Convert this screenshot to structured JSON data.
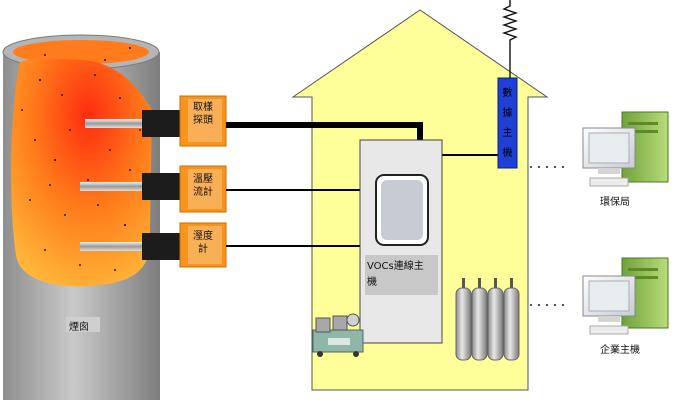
{
  "chimney": {
    "label": "煙囪"
  },
  "sensors": [
    {
      "id": "sampling-probe",
      "line1": "取樣",
      "line2": "探頭"
    },
    {
      "id": "temp-pressure-flow",
      "line1": "溫壓",
      "line2": "流計"
    },
    {
      "id": "humidity",
      "line1": "溼度",
      "line2": "計"
    }
  ],
  "analyzer": {
    "line1": "VOCs連線主",
    "line2": "機"
  },
  "data_host": {
    "chars": [
      "數",
      "據",
      "主",
      "機"
    ]
  },
  "computers": [
    {
      "id": "epa",
      "label": "環保局"
    },
    {
      "id": "enterprise",
      "label": "企業主機"
    }
  ],
  "colors": {
    "house_fill": "#ffff99",
    "sensor_box": "#f7941d",
    "data_host": "#1f3fd6",
    "chimney_gray": "#9a9a9a"
  }
}
